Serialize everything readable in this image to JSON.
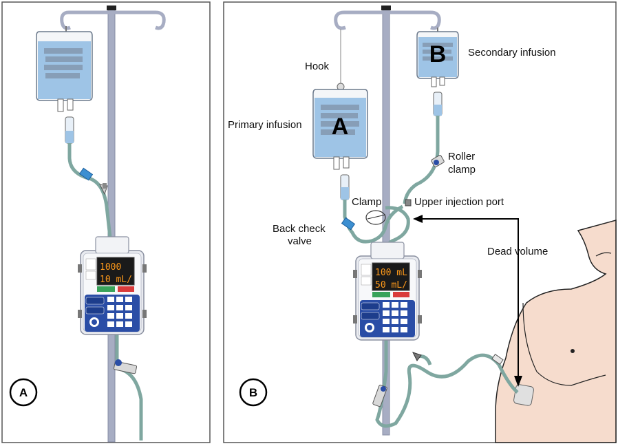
{
  "panels": [
    {
      "id": "A",
      "letter": "A",
      "pump": {
        "line1": "1000",
        "line2": "10 mL/"
      }
    },
    {
      "id": "B",
      "letter": "B",
      "bags": {
        "primary_letter": "A",
        "secondary_letter": "B"
      },
      "pump": {
        "line1": "100 mL",
        "line2": "50 mL/"
      },
      "labels": {
        "hook": "Hook",
        "secondary_infusion": "Secondary infusion",
        "primary_infusion": "Primary infusion",
        "roller_clamp_line1": "Roller",
        "roller_clamp_line2": "clamp",
        "clamp": "Clamp",
        "upper_injection_port": "Upper injection port",
        "back_check_line1": "Back check",
        "back_check_line2": "valve",
        "dead_volume": "Dead volume"
      }
    }
  ],
  "colors": {
    "pole": "#a7adc3",
    "bag_fluid": "#9ec4e6",
    "bag_outline": "#6c7a8c",
    "tubing": "#7fa7a0",
    "pump_blue": "#2a4da6",
    "lcd_bg": "#1a1a1a",
    "lcd_text": "#ff9a1a",
    "skin": "#f6dccd",
    "border": "#555555"
  }
}
